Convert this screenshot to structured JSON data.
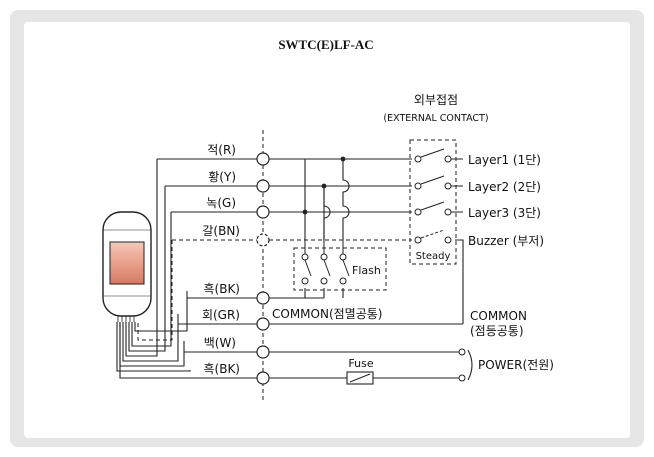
{
  "title": "SWTC(E)LF-AC",
  "external_contact": {
    "korean": "외부접점",
    "english": "(EXTERNAL CONTACT)"
  },
  "wires": [
    {
      "label": "적(R)"
    },
    {
      "label": "황(Y)"
    },
    {
      "label": "녹(G)"
    },
    {
      "label": "갈(BN)"
    },
    {
      "label": "흑(BK)"
    },
    {
      "label": "회(GR)"
    },
    {
      "label": "백(W)"
    },
    {
      "label": "흑(BK)"
    }
  ],
  "outputs": [
    {
      "label": "Layer1 (1단)"
    },
    {
      "label": "Layer2 (2단)"
    },
    {
      "label": "Layer3 (3단)"
    },
    {
      "label": "Buzzer (부저)"
    }
  ],
  "flash_label": "Flash",
  "steady_label": "Steady",
  "common_flash": "COMMON(점멸공통)",
  "common_light": {
    "line1": "COMMON",
    "line2": "(점등공통)"
  },
  "fuse_label": "Fuse",
  "power_label": "POWER(전원)",
  "colors": {
    "frame": "#e6e6e6",
    "line": "#222222",
    "lamp_top": "#f3b9a8",
    "lamp_mid": "#d9826a"
  }
}
